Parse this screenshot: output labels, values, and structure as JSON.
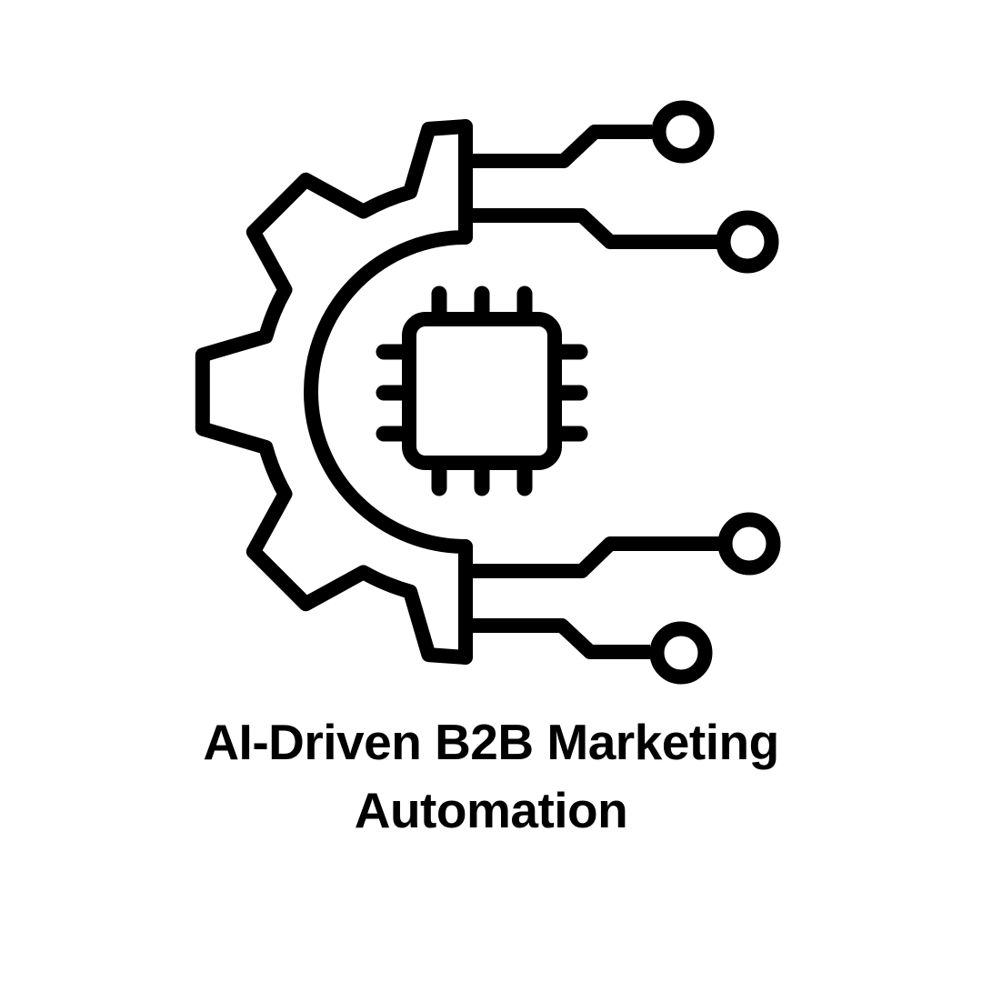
{
  "colors": {
    "foreground": "#000000",
    "background": "#ffffff"
  },
  "illustration": {
    "name": "ai-gear-chip-circuit-icon",
    "parts": {
      "gear": "half-gear-icon",
      "chip": "cpu-chip-icon",
      "traces": [
        "circuit-trace-top-1",
        "circuit-trace-top-2",
        "circuit-trace-bottom-1",
        "circuit-trace-bottom-2"
      ],
      "nodes": [
        "circuit-node-top-1",
        "circuit-node-top-2",
        "circuit-node-bottom-1",
        "circuit-node-bottom-2"
      ]
    }
  },
  "caption": {
    "line1": "AI-Driven B2B Marketing",
    "line2": "Automation"
  }
}
